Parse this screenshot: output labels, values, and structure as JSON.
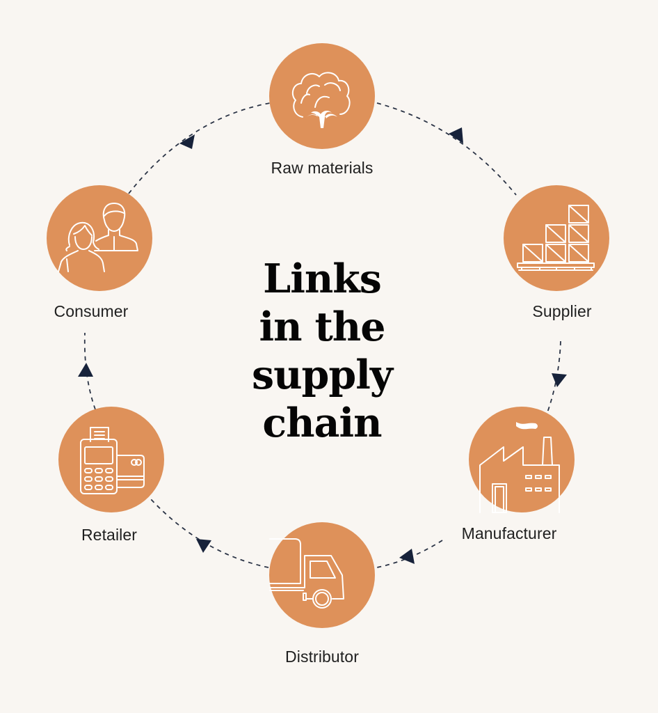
{
  "title": {
    "lines": [
      "Links",
      "in the",
      "supply",
      "chain"
    ]
  },
  "colors": {
    "background": "#f9f6f2",
    "node_fill": "#de915a",
    "icon_stroke": "#ffffff",
    "arrow": "#17223a",
    "label_text": "#1f1f1f",
    "title_text": "#050505"
  },
  "nodes": [
    {
      "id": "raw-materials",
      "label": "Raw materials",
      "icon": "cotton-plant-icon"
    },
    {
      "id": "supplier",
      "label": "Supplier",
      "icon": "stacked-boxes-pallet-icon"
    },
    {
      "id": "manufacturer",
      "label": "Manufacturer",
      "icon": "factory-icon"
    },
    {
      "id": "distributor",
      "label": "Distributor",
      "icon": "delivery-truck-icon"
    },
    {
      "id": "retailer",
      "label": "Retailer",
      "icon": "card-payment-terminal-icon"
    },
    {
      "id": "consumer",
      "label": "Consumer",
      "icon": "people-couple-icon"
    }
  ],
  "flow": [
    {
      "from": "raw-materials",
      "to": "supplier"
    },
    {
      "from": "supplier",
      "to": "manufacturer"
    },
    {
      "from": "manufacturer",
      "to": "distributor"
    },
    {
      "from": "distributor",
      "to": "retailer"
    },
    {
      "from": "retailer",
      "to": "consumer"
    },
    {
      "from": "consumer",
      "to": "raw-materials"
    }
  ]
}
